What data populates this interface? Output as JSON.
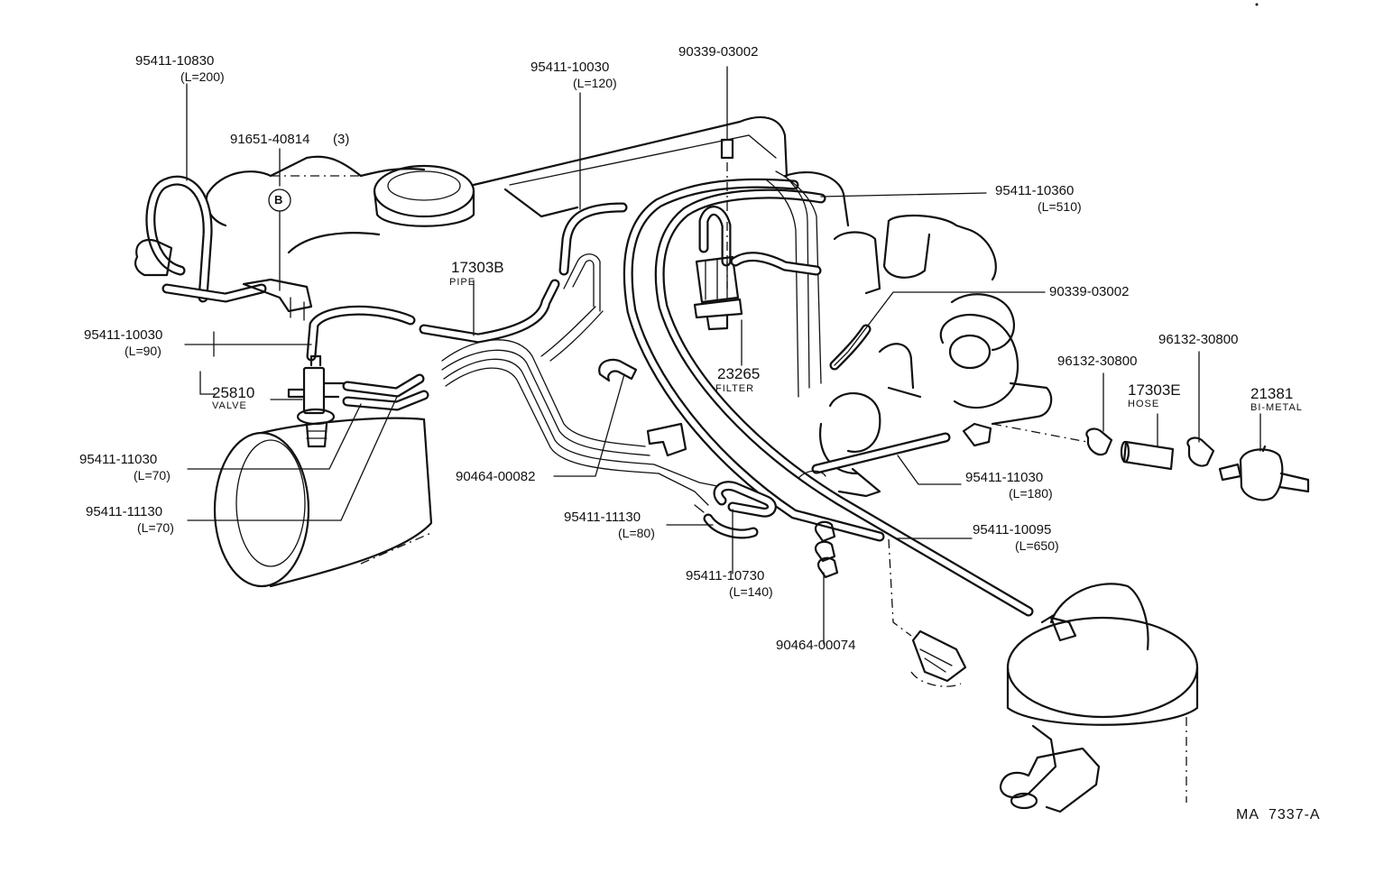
{
  "parts": {
    "p1_no": "95411-10830",
    "p1_len": "(L=200)",
    "p2_no": "91651-40814",
    "p2_qty": "(3)",
    "p2_mark": "B",
    "p3_no": "95411-10030",
    "p3_len": "(L=120)",
    "p4_no": "90339-03002",
    "p5_no": "95411-10360",
    "p5_len": "(L=510)",
    "p6_no": "17303B",
    "p6_name": "PIPE",
    "p7_no": "90339-03002",
    "p8_no": "95411-10030",
    "p8_len": "(L=90)",
    "p9_no": "25810",
    "p9_name": "VALVE",
    "p10_no": "23265",
    "p10_name": "FILTER",
    "p11_no": "96132-30800",
    "p12_no": "96132-30800",
    "p13_no": "17303E",
    "p13_name": "HOSE",
    "p14_no": "21381",
    "p14_name": "BI-METAL",
    "p15_no": "95411-11030",
    "p15_len": "(L=70)",
    "p16_no": "90464-00082",
    "p17_no": "95411-11030",
    "p17_len": "(L=180)",
    "p18_no": "95411-11130",
    "p18_len": "(L=70)",
    "p19_no": "95411-11130",
    "p19_len": "(L=80)",
    "p20_no": "95411-10095",
    "p20_len": "(L=650)",
    "p21_no": "95411-10730",
    "p21_len": "(L=140)",
    "p22_no": "90464-00074"
  },
  "drawing_code": "MA  7337-A"
}
